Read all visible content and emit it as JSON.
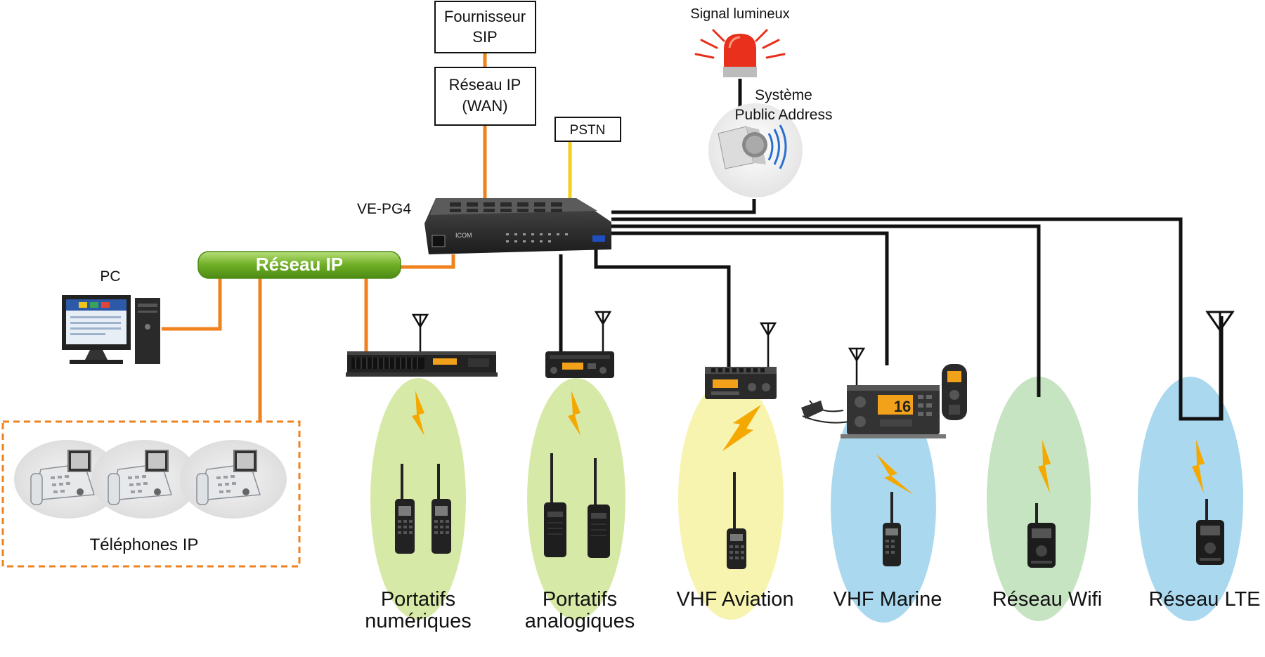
{
  "labels": {
    "sip_provider": [
      "Fournisseur",
      "SIP"
    ],
    "wan": [
      "Réseau IP",
      "(WAN)"
    ],
    "pstn": "PSTN",
    "signal": "Signal lumineux",
    "pa": [
      "Système",
      "Public Address"
    ],
    "gateway": "VE-PG4",
    "pc": "PC",
    "ip_network": "Réseau IP",
    "ip_phones": "Téléphones IP"
  },
  "groups": [
    {
      "id": "digital",
      "lines": [
        "Portatifs",
        "numériques"
      ],
      "color": "#d7e9a6"
    },
    {
      "id": "analog",
      "lines": [
        "Portatifs",
        "analogiques"
      ],
      "color": "#d7e9a6"
    },
    {
      "id": "aviation",
      "lines": [
        "VHF Aviation"
      ],
      "color": "#f7f4b0"
    },
    {
      "id": "marine",
      "lines": [
        "VHF Marine"
      ],
      "color": "#aad8ef"
    },
    {
      "id": "wifi",
      "lines": [
        "Réseau Wifi"
      ],
      "color": "#c6e4c2"
    },
    {
      "id": "lte",
      "lines": [
        "Réseau LTE"
      ],
      "color": "#aad8ef"
    }
  ],
  "colors": {
    "ip_link": "#f0821e",
    "pstn_link": "#f0d020",
    "radio_link": "#111111",
    "network_bar": "#7ab62e",
    "lightning": "#f5a800",
    "beacon": "#e8301c"
  }
}
